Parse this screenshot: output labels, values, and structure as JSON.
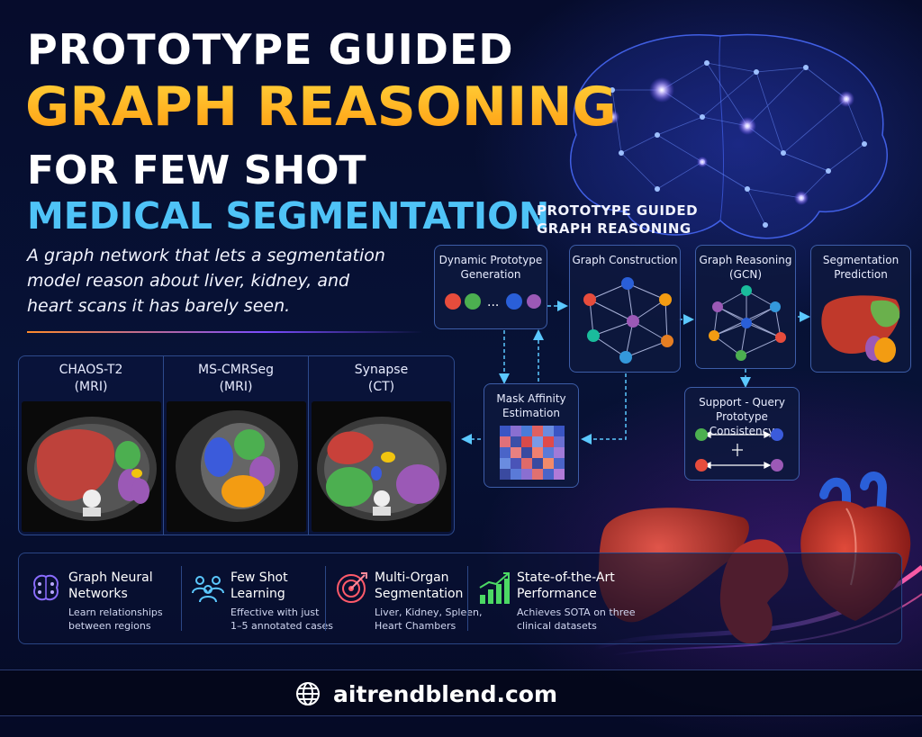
{
  "title": {
    "line1": "PROTOTYPE GUIDED",
    "line2": "GRAPH REASONING",
    "line3": "FOR FEW SHOT",
    "line4": "MEDICAL SEGMENTATION"
  },
  "subtitle": {
    "line1": "A graph network that lets a segmentation",
    "line2": "model reason about liver, kidney, and",
    "line3": "heart scans it has barely seen."
  },
  "datasets": [
    {
      "name": "CHAOS-T2",
      "modality": "(MRI)"
    },
    {
      "name": "MS-CMRSeg",
      "modality": "(MRI)"
    },
    {
      "name": "Synapse",
      "modality": "(CT)"
    }
  ],
  "pipeline": {
    "title_line1": "PROTOTYPE GUIDED",
    "title_line2": "GRAPH REASONING",
    "steps": [
      {
        "line1": "Dynamic Prototype",
        "line2": "Generation",
        "ellipsis": "..."
      },
      {
        "line1": "Graph Construction",
        "line2": ""
      },
      {
        "line1": "Graph Reasoning",
        "line2": "(GCN)"
      },
      {
        "line1": "Segmentation",
        "line2": "Prediction"
      }
    ],
    "mask_affinity": {
      "line1": "Mask Affinity",
      "line2": "Estimation"
    },
    "consistency": {
      "line1": "Support - Query",
      "line2": "Prototype Consistency"
    }
  },
  "features": [
    {
      "icon": "brain-network-icon",
      "title1": "Graph Neural",
      "title2": "Networks",
      "desc1": "Learn relationships",
      "desc2": "between regions"
    },
    {
      "icon": "people-icon",
      "title1": "Few Shot",
      "title2": "Learning",
      "desc1": "Effective with just",
      "desc2": "1–5 annotated cases"
    },
    {
      "icon": "target-icon",
      "title1": "Multi-Organ",
      "title2": "Segmentation",
      "desc1": "Liver, Kidney, Spleen,",
      "desc2": "Heart Chambers"
    },
    {
      "icon": "bar-chart-icon",
      "title1": "State-of-the-Art",
      "title2": "Performance",
      "desc1": "Achieves SOTA on three",
      "desc2": "clinical datasets"
    }
  ],
  "footer": {
    "site": "aitrendblend.com",
    "icon": "globe-icon"
  },
  "colors": {
    "title_orange": "#ffb21c",
    "title_blue": "#4fc3f7",
    "accent_cyan": "#5bc8ff",
    "liver_red": "#c0392b",
    "kidney_purple": "#9b59b6",
    "spleen_green": "#4caf50",
    "heart_orange": "#f39c12"
  }
}
